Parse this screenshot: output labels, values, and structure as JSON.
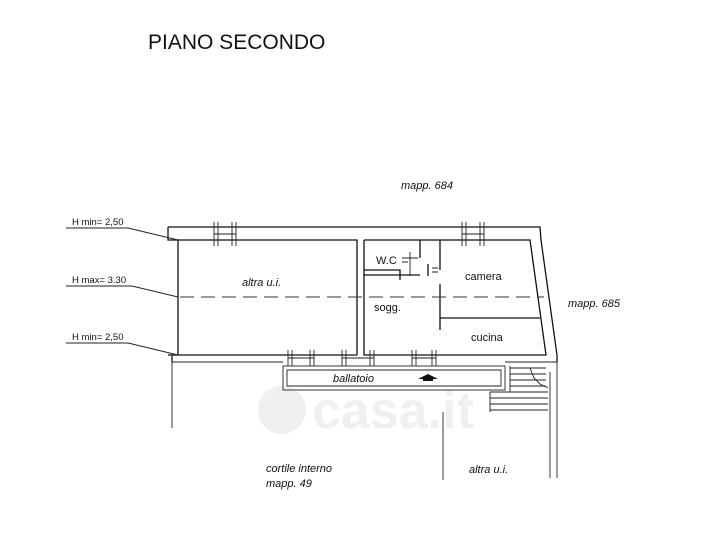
{
  "title": "PIANO SECONDO",
  "labels": {
    "mapp_684": "mapp. 684",
    "mapp_685": "mapp. 685",
    "h_min_top": "H min= 2,50",
    "h_max": "H max= 3.30",
    "h_min_bottom": "H min= 2,50",
    "altra_ui_main": "altra u.i.",
    "altra_ui_lower": "altra u.i.",
    "wc": "W.C",
    "camera": "camera",
    "sogg": "sogg.",
    "cucina": "cucina",
    "ballatoio": "ballatoio",
    "cortile_line1": "cortile interno",
    "cortile_line2": "mapp. 49"
  },
  "watermark": "casa.it",
  "colors": {
    "ink": "#111111",
    "background": "#ffffff"
  }
}
